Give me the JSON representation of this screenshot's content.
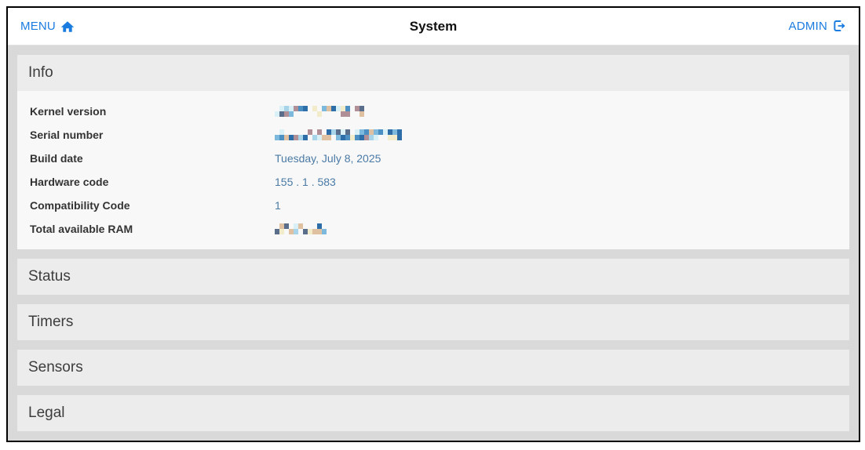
{
  "header": {
    "menu_label": "MENU",
    "title": "System",
    "admin_label": "ADMIN"
  },
  "colors": {
    "link_blue": "#1b7ce0",
    "value_text": "#4a7aa5",
    "panel_header_bg": "#ececec",
    "panel_body_bg": "#f8f8f8",
    "content_bg": "#d9d9d9",
    "mosaic_palette": [
      "#4c8fc2",
      "#a8d4ea",
      "#d9f0f7",
      "#5a6e8c",
      "#dfc0a0",
      "#f2eccb",
      "#b08f96",
      "#7db8dd",
      "#2d6da8"
    ]
  },
  "sections": {
    "info": {
      "title": "Info",
      "rows": [
        {
          "label": "Kernel version",
          "value": "",
          "redacted": true,
          "mosaic_width": 116
        },
        {
          "label": "Serial number",
          "value": "",
          "redacted": true,
          "mosaic_width": 170
        },
        {
          "label": "Build date",
          "value": "Tuesday, July 8, 2025"
        },
        {
          "label": "Hardware code",
          "value": "155 . 1 . 583"
        },
        {
          "label": "Compatibility Code",
          "value": "1"
        },
        {
          "label": "Total available RAM",
          "value": "",
          "redacted": true,
          "mosaic_width": 66
        }
      ]
    },
    "collapsed": [
      {
        "title": "Status"
      },
      {
        "title": "Timers"
      },
      {
        "title": "Sensors"
      },
      {
        "title": "Legal"
      }
    ]
  }
}
